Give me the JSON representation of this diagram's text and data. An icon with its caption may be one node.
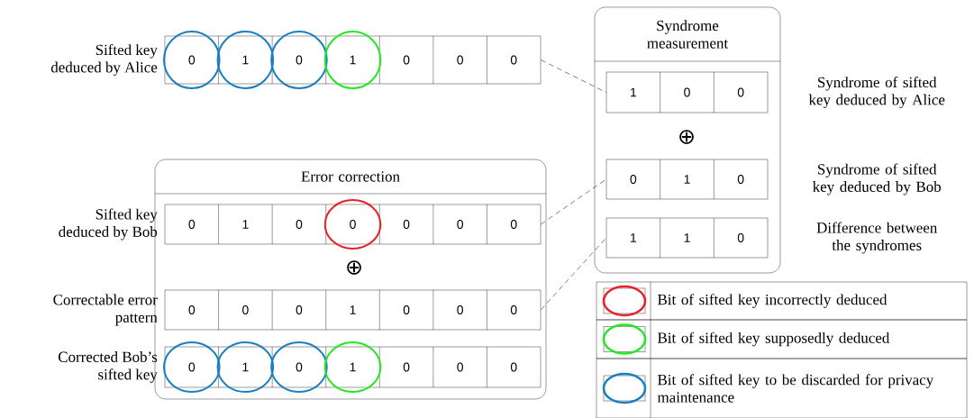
{
  "diagram": {
    "nodes": [
      {
        "text": [
          "0",
          "1",
          "0",
          "1",
          "0",
          "0",
          "0"
        ],
        "beside": [
          "Sifted key deduced by Alice"
        ]
      },
      {
        "text": [
          "Syndrome measurement"
        ]
      },
      {
        "text": [
          "1",
          "0",
          "0"
        ],
        "beside": [
          "Syndrome of sifted key deduced by Alice"
        ],
        "in": 1
      },
      {
        "text": [
          "0",
          "1",
          "0"
        ],
        "beside": [
          "Syndrome of sifted key deduced by Bob"
        ],
        "in": 1
      },
      {
        "text": [
          "1",
          "1",
          "0"
        ],
        "beside": [
          "Difference between the syndromes"
        ],
        "in": 1
      },
      {
        "text": [
          "Error correction"
        ]
      },
      {
        "text": [
          "0",
          "1",
          "0",
          "0",
          "0",
          "0",
          "0"
        ],
        "beside": [
          "Sifted key deduced by Bob"
        ],
        "in": 5
      },
      {
        "text": [
          "0",
          "0",
          "0",
          "1",
          "0",
          "0",
          "0"
        ],
        "beside": [
          "Correctable error pattern"
        ],
        "in": 5
      },
      {
        "text": [
          "0",
          "1",
          "0",
          "1",
          "0",
          "0",
          "0"
        ],
        "beside": [
          "Corrected Bob’s sifted key"
        ],
        "in": 5
      }
    ],
    "edges": [
      {
        "from": 0,
        "to": 2,
        "arrow": "none",
        "style": "dashed"
      },
      {
        "from": 6,
        "to": 3,
        "arrow": "none",
        "style": "dashed"
      },
      {
        "from": 7,
        "to": 4,
        "arrow": "none",
        "style": "dashed"
      }
    ],
    "labels": [
      "⊕",
      "⊕"
    ],
    "legend": [
      {
        "text": "Bit of sifted key incorrectly deduced",
        "color": "#e8202a"
      },
      {
        "text": "Bit of sifted key supposedly deduced",
        "color": "#22e822"
      },
      {
        "text": "Bit of sifted key to be discarded for privacy maintenance",
        "color": "#1a7fc0"
      }
    ]
  }
}
